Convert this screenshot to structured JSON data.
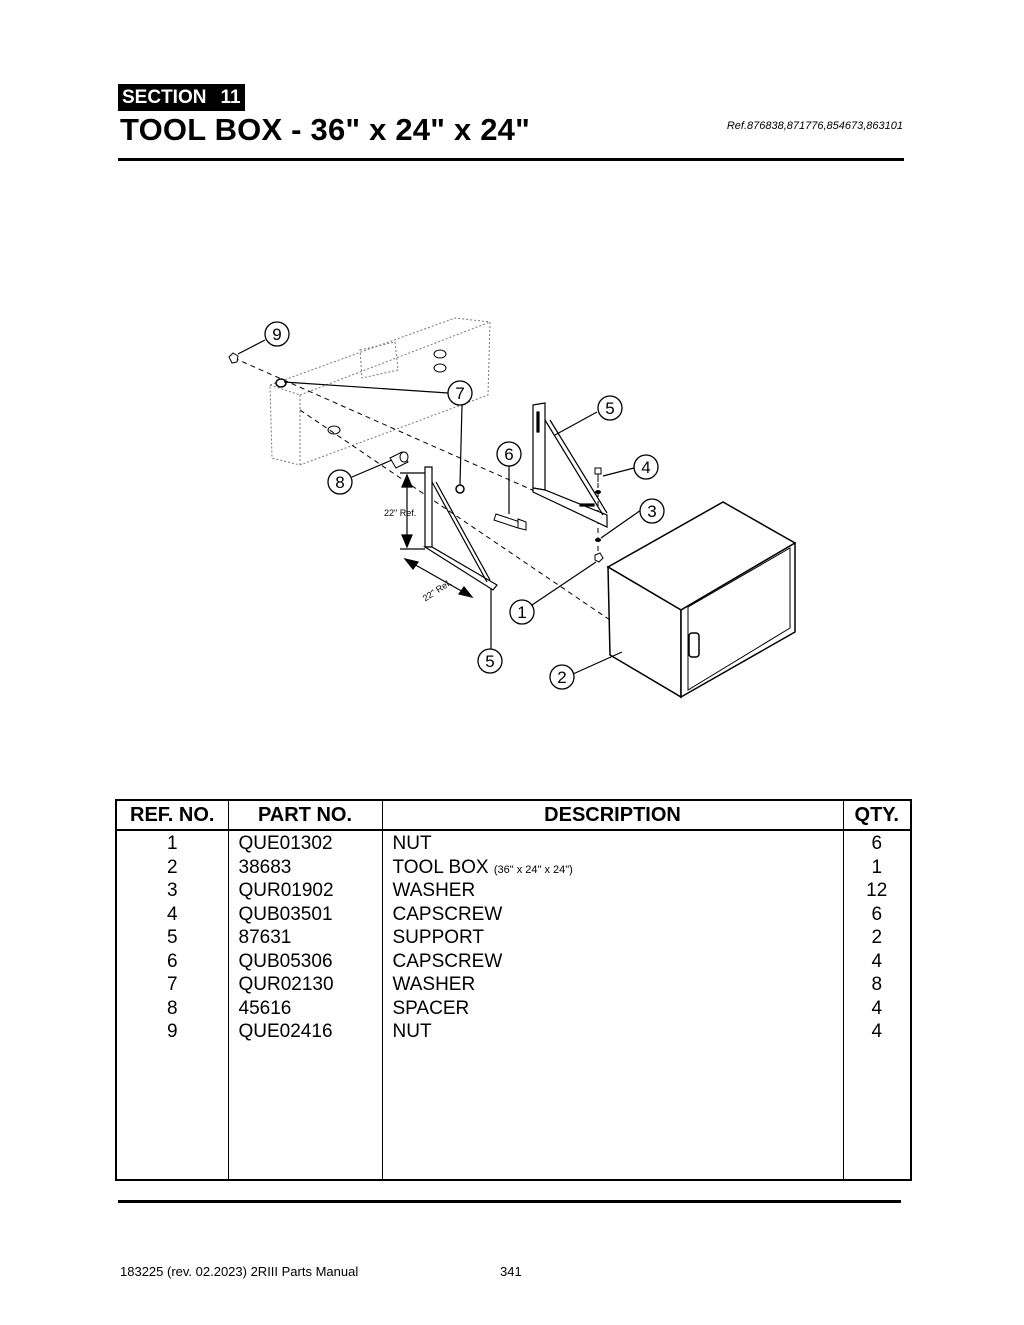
{
  "header": {
    "section_label": "SECTION",
    "section_number": "11",
    "title": "TOOL BOX - 36\" x 24\" x 24\"",
    "reference": "Ref.876838,871776,854673,863101"
  },
  "diagram": {
    "callouts": [
      "9",
      "7",
      "5",
      "6",
      "4",
      "8",
      "3",
      "1",
      "5",
      "2"
    ],
    "dim_vertical": "22\" Ref.",
    "dim_horizontal": "22\" Ref."
  },
  "table": {
    "headers": [
      "REF. NO.",
      "PART NO.",
      "DESCRIPTION",
      "QTY."
    ],
    "rows": [
      {
        "ref": "1",
        "part": "QUE01302",
        "desc": "NUT",
        "note": "",
        "qty": "6"
      },
      {
        "ref": "2",
        "part": "38683",
        "desc": "TOOL BOX",
        "note": "(36\" x 24\" x 24\")",
        "qty": "1"
      },
      {
        "ref": "3",
        "part": "QUR01902",
        "desc": "WASHER",
        "note": "",
        "qty": "12"
      },
      {
        "ref": "4",
        "part": "QUB03501",
        "desc": "CAPSCREW",
        "note": "",
        "qty": "6"
      },
      {
        "ref": "5",
        "part": "87631",
        "desc": "SUPPORT",
        "note": "",
        "qty": "2"
      },
      {
        "ref": "6",
        "part": "QUB05306",
        "desc": "CAPSCREW",
        "note": "",
        "qty": "4"
      },
      {
        "ref": "7",
        "part": "QUR02130",
        "desc": "WASHER",
        "note": "",
        "qty": "8"
      },
      {
        "ref": "8",
        "part": "45616",
        "desc": "SPACER",
        "note": "",
        "qty": "4"
      },
      {
        "ref": "9",
        "part": "QUE02416",
        "desc": "NUT",
        "note": "",
        "qty": "4"
      }
    ]
  },
  "footer": {
    "doc": "183225  (rev. 02.2023) 2RIII Parts Manual",
    "page": "341"
  }
}
